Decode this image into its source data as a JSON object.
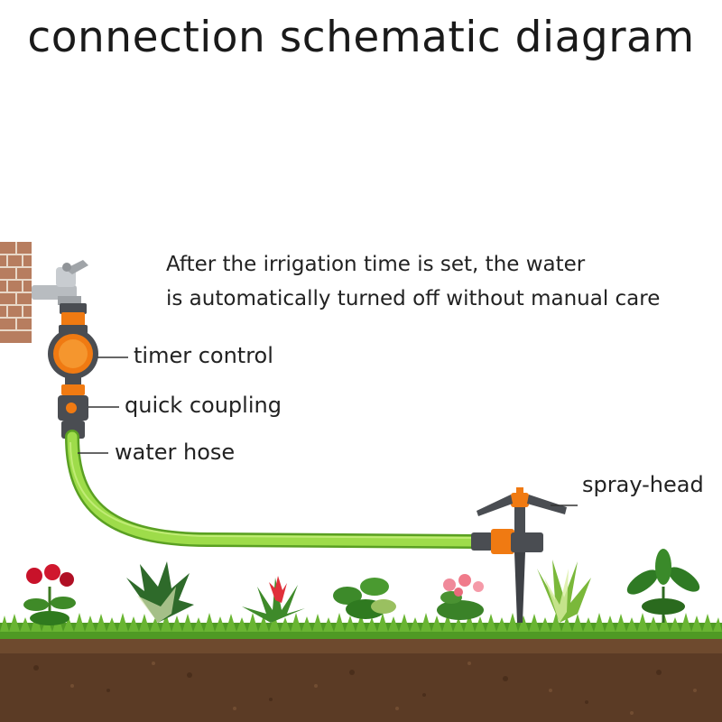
{
  "title": "connection schematic diagram",
  "description": {
    "line1": "After the irrigation time is set, the water",
    "line2": "is automatically turned off without manual care"
  },
  "labels": {
    "timer": "timer control",
    "coupling": "quick coupling",
    "hose": "water hose",
    "spray": "spray-head"
  },
  "colors": {
    "orange": "#f07a12",
    "dark_gray": "#4a4d52",
    "hose_green": "#8fd43a",
    "grass_green": "#4f9a24",
    "soil": "#5a3a24",
    "brick": "#b07a5e"
  }
}
